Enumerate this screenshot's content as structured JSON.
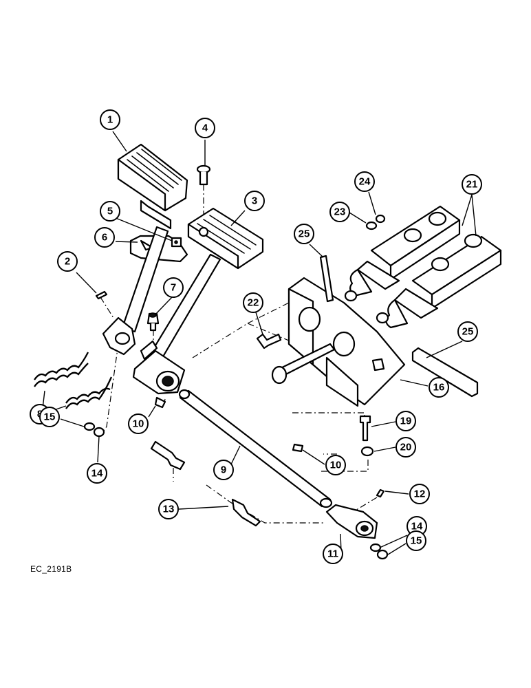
{
  "diagram": {
    "reference_code": "EC_2191B",
    "callouts": [
      {
        "id": "c1",
        "label": "1"
      },
      {
        "id": "c2",
        "label": "2"
      },
      {
        "id": "c3",
        "label": "3"
      },
      {
        "id": "c4",
        "label": "4"
      },
      {
        "id": "c5",
        "label": "5"
      },
      {
        "id": "c6",
        "label": "6"
      },
      {
        "id": "c7",
        "label": "7"
      },
      {
        "id": "c8",
        "label": "8"
      },
      {
        "id": "c9",
        "label": "9"
      },
      {
        "id": "c10a",
        "label": "10"
      },
      {
        "id": "c10b",
        "label": "10"
      },
      {
        "id": "c11",
        "label": "11"
      },
      {
        "id": "c12",
        "label": "12"
      },
      {
        "id": "c13",
        "label": "13"
      },
      {
        "id": "c14a",
        "label": "14"
      },
      {
        "id": "c14b",
        "label": "14"
      },
      {
        "id": "c15a",
        "label": "15"
      },
      {
        "id": "c15b",
        "label": "15"
      },
      {
        "id": "c16",
        "label": "16"
      },
      {
        "id": "c19",
        "label": "19"
      },
      {
        "id": "c20",
        "label": "20"
      },
      {
        "id": "c21",
        "label": "21"
      },
      {
        "id": "c22",
        "label": "22"
      },
      {
        "id": "c23",
        "label": "23"
      },
      {
        "id": "c24",
        "label": "24"
      },
      {
        "id": "c25a",
        "label": "25"
      },
      {
        "id": "c25b",
        "label": "25"
      }
    ]
  }
}
